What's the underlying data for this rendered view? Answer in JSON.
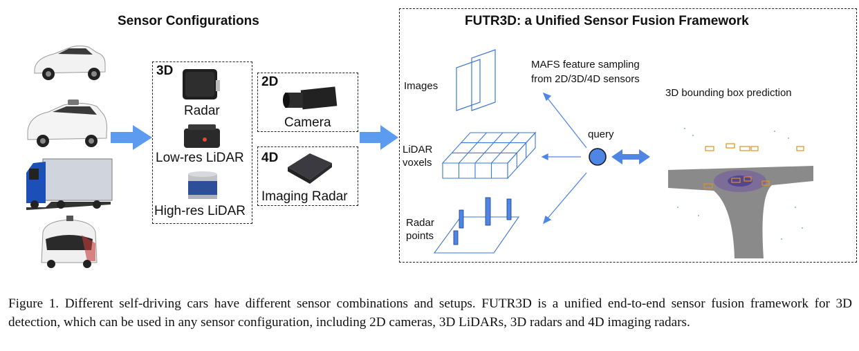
{
  "left_panel": {
    "title": "Sensor Configurations",
    "group_3d": {
      "tag": "3D",
      "items": [
        "Radar",
        "Low-res LiDAR",
        "High-res LiDAR"
      ]
    },
    "group_2d": {
      "tag": "2D",
      "items": [
        "Camera"
      ]
    },
    "group_4d": {
      "tag": "4D",
      "items": [
        "Imaging Radar"
      ]
    }
  },
  "right_panel": {
    "title": "FUTR3D: a Unified Sensor Fusion Framework",
    "images_label": "Images",
    "lidar_label_1": "LiDAR",
    "lidar_label_2": "voxels",
    "radar_label_1": "Radar",
    "radar_label_2": "points",
    "mafs_line1": "MAFS feature sampling",
    "mafs_line2": "from 2D/3D/4D sensors",
    "query_label": "query",
    "prediction_label": "3D bounding box prediction"
  },
  "caption": "Figure 1.  Different self-driving cars have different sensor combinations and setups.  FUTR3D is a unified end-to-end sensor fusion framework for 3D detection, which can be used in any sensor configuration, including 2D cameras, 3D LiDARs, 3D radars and 4D imaging radars.",
  "colors": {
    "arrow_blue": "#5b9bf0",
    "diagram_blue": "#3b77d6",
    "query_fill": "#4f86e6",
    "road_gray": "#8a8a8a"
  }
}
